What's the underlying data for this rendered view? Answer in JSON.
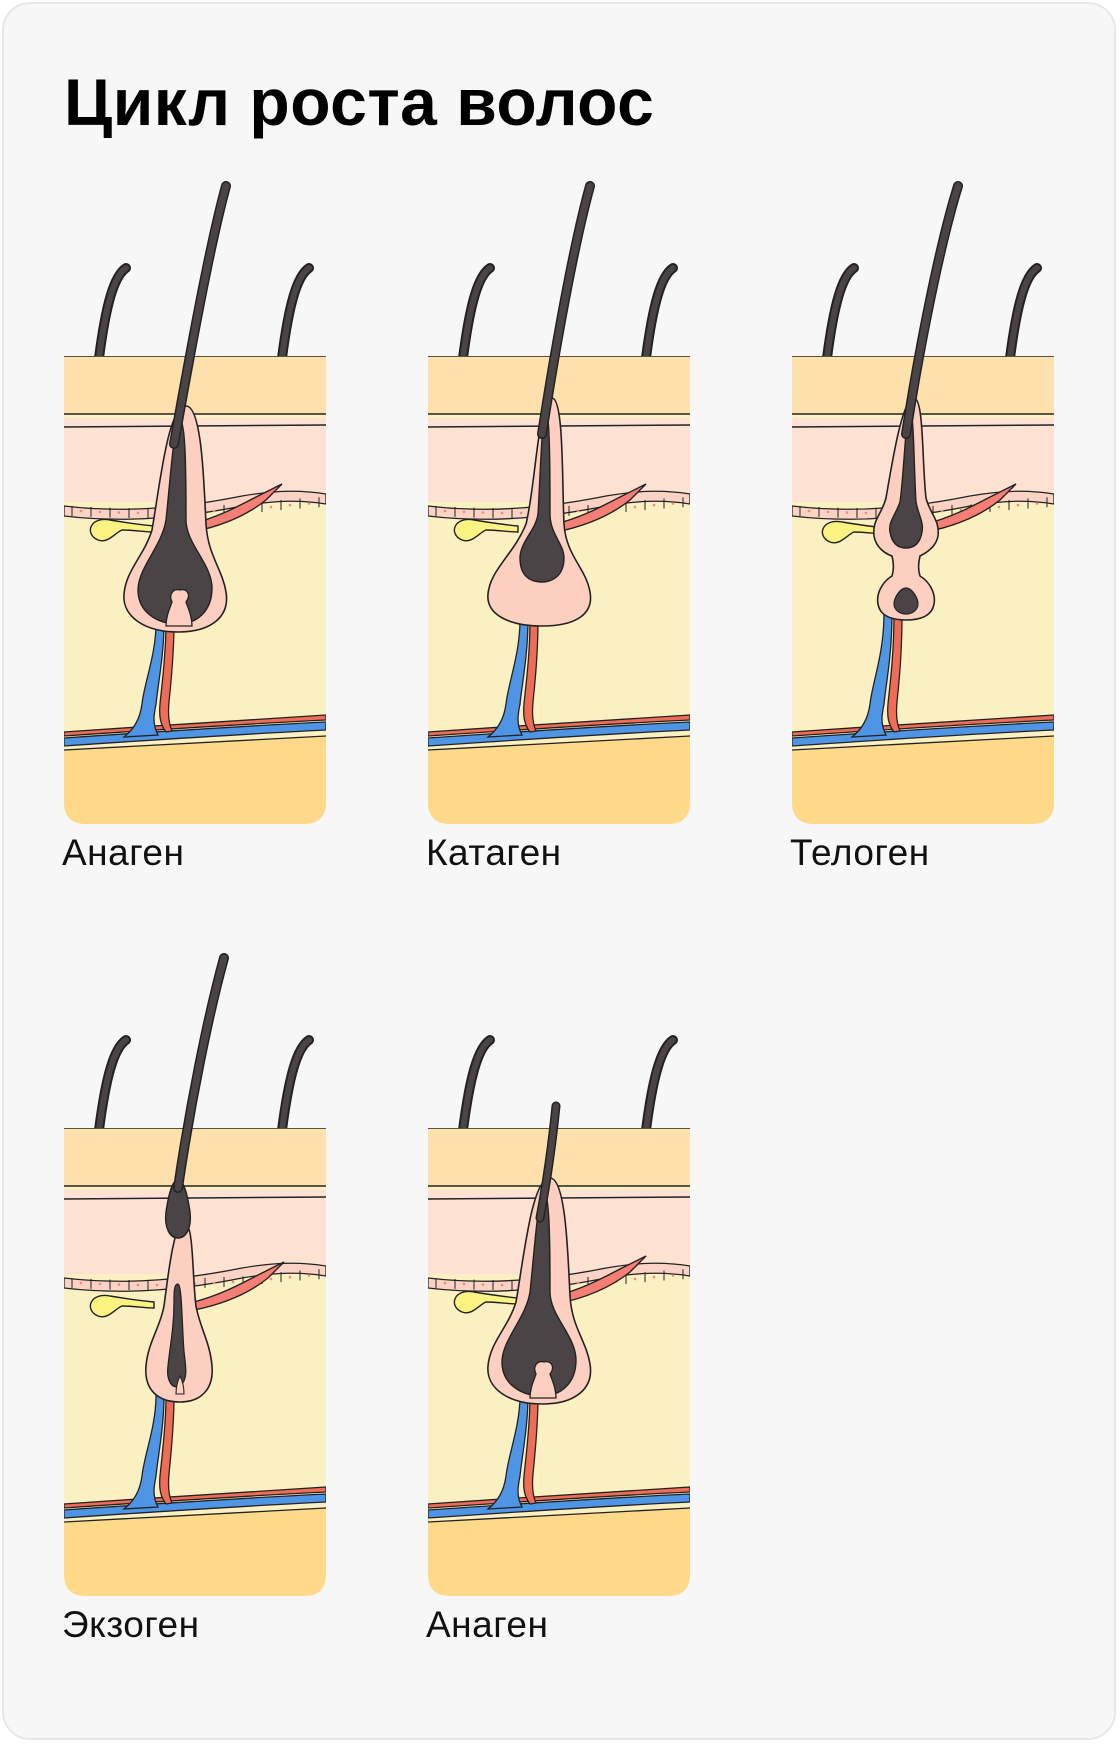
{
  "title": "Цикл роста волос",
  "colors": {
    "epidermis": "#fde0ac",
    "dermis": "#fde2d4",
    "fat": "#fbf0c1",
    "base": "#fed98a",
    "follicle": "#fdcfc0",
    "hair": "#4a4447",
    "gland": "#fbf381",
    "muscle": "#f77e75",
    "artery": "#ef6d57",
    "vein": "#4f95e6",
    "outline": "#222222"
  },
  "stages": [
    {
      "id": "anagen-1",
      "label": "Анаген",
      "phase": "anagen"
    },
    {
      "id": "catagen",
      "label": "Катаген",
      "phase": "catagen"
    },
    {
      "id": "telogen",
      "label": "Телоген",
      "phase": "telogen"
    },
    {
      "id": "exogen",
      "label": "Экзоген",
      "phase": "exogen"
    },
    {
      "id": "anagen-2",
      "label": "Анаген",
      "phase": "anagen-new"
    }
  ]
}
